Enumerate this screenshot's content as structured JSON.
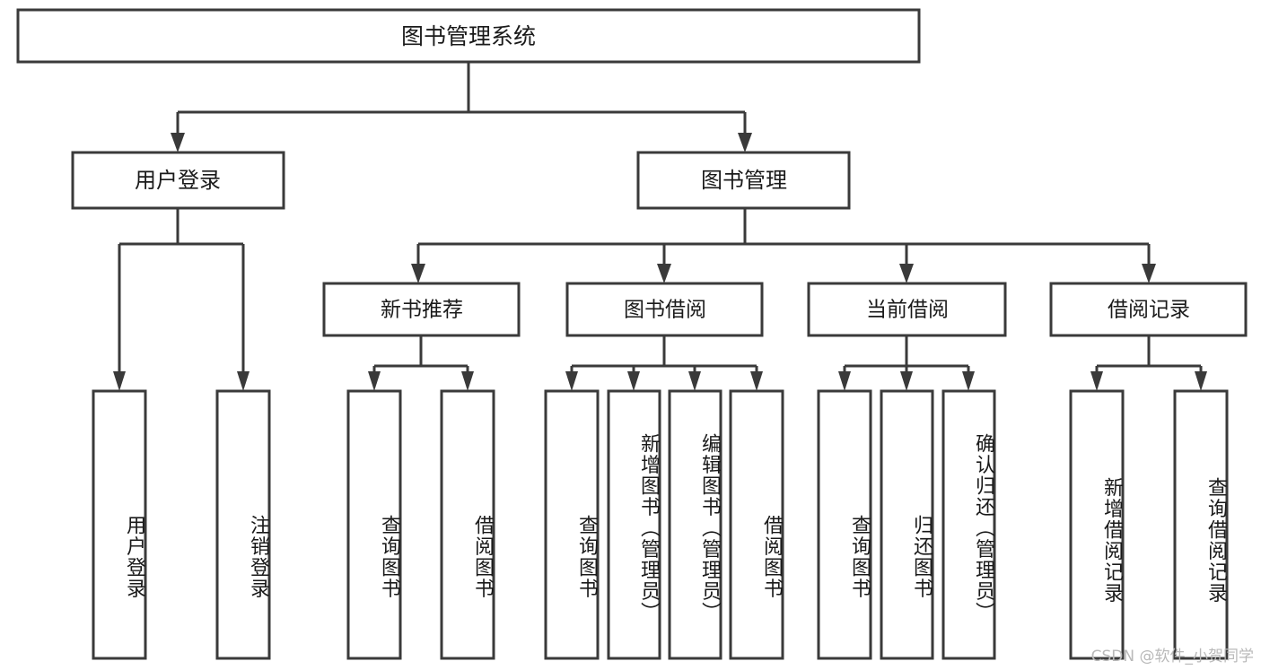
{
  "diagram": {
    "title": "图书管理系统",
    "type": "tree-hierarchy",
    "orientation": "top-down",
    "root": {
      "label": "图书管理系统"
    },
    "level2": [
      {
        "label": "用户登录"
      },
      {
        "label": "图书管理"
      }
    ],
    "level3": [
      {
        "label": "新书推荐",
        "parent": "图书管理"
      },
      {
        "label": "图书借阅",
        "parent": "图书管理"
      },
      {
        "label": "当前借阅",
        "parent": "图书管理"
      },
      {
        "label": "借阅记录",
        "parent": "图书管理"
      }
    ],
    "leaves": [
      {
        "label": "用户登录",
        "parent": "用户登录"
      },
      {
        "label": "注销登录",
        "parent": "用户登录"
      },
      {
        "label": "查询图书",
        "parent": "新书推荐"
      },
      {
        "label": "借阅图书",
        "parent": "新书推荐"
      },
      {
        "label": "查询图书",
        "parent": "图书借阅"
      },
      {
        "label": "新增图书（管理员）",
        "parent": "图书借阅"
      },
      {
        "label": "编辑图书（管理员）",
        "parent": "图书借阅"
      },
      {
        "label": "借阅图书",
        "parent": "图书借阅"
      },
      {
        "label": "查询图书",
        "parent": "当前借阅"
      },
      {
        "label": "归还图书",
        "parent": "当前借阅"
      },
      {
        "label": "确认归还（管理员）",
        "parent": "当前借阅"
      },
      {
        "label": "新增借阅记录",
        "parent": "借阅记录"
      },
      {
        "label": "查询借阅记录",
        "parent": "借阅记录"
      }
    ]
  },
  "watermark": {
    "text": "CSDN @软件_小贺同学"
  },
  "colors": {
    "stroke": "#3a3a3a",
    "fill": "#ffffff",
    "text": "#1a1a1a",
    "watermark": "#b9b9b9"
  }
}
